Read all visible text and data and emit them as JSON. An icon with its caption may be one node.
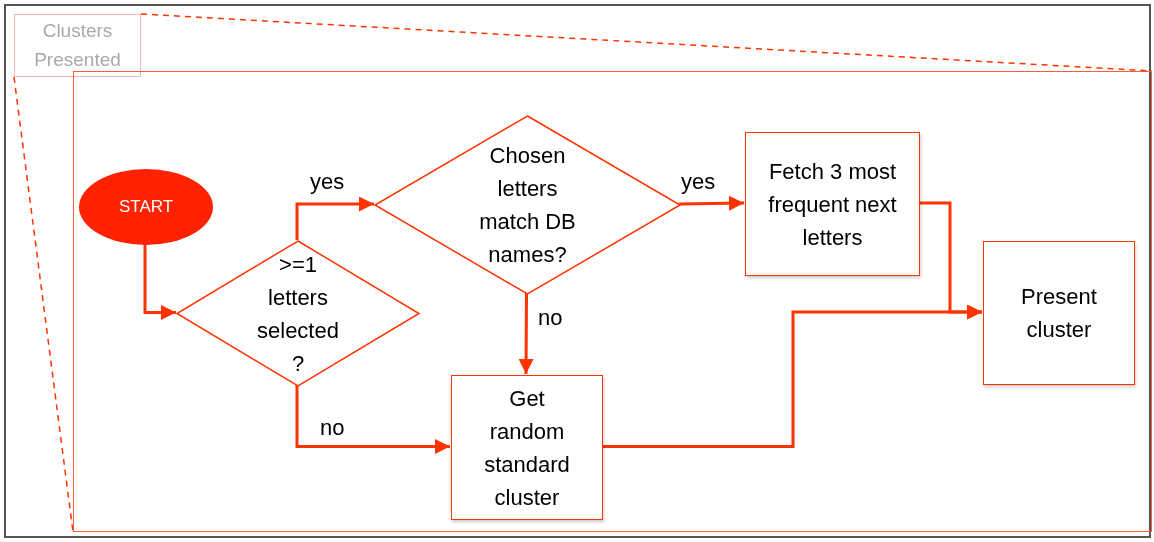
{
  "diagram": {
    "nodes": [
      {
        "text": [
          "Clusters Presented"
        ]
      },
      {
        "text": [],
        "shape": "box"
      },
      {
        "text": [
          "START"
        ],
        "in": 1
      },
      {
        "text": [
          ">=1 letters selected ?"
        ],
        "in": 1
      },
      {
        "text": [
          "Chosen letters match DB names?"
        ],
        "in": 1
      },
      {
        "text": [
          "Fetch 3 most frequent next letters"
        ],
        "in": 1
      },
      {
        "text": [
          "Present cluster"
        ],
        "in": 1
      },
      {
        "text": [
          "Get random standard cluster"
        ],
        "in": 1
      }
    ],
    "edges": [
      {
        "from": 0,
        "to": 1,
        "arrow": "none",
        "style": "dashed"
      },
      {
        "from": 0,
        "to": 1,
        "arrow": "none",
        "style": "dashed"
      },
      {
        "from": 2,
        "to": 3,
        "arrow": "to"
      },
      {
        "from": 3,
        "to": 4,
        "arrow": "to",
        "label": "yes"
      },
      {
        "from": 3,
        "to": 7,
        "arrow": "to",
        "label": "no"
      },
      {
        "from": 4,
        "to": 5,
        "arrow": "to",
        "label": "yes"
      },
      {
        "from": 4,
        "to": 7,
        "arrow": "to",
        "label": "no"
      },
      {
        "from": 5,
        "to": 6,
        "arrow": "to"
      },
      {
        "from": 7,
        "to": 6,
        "arrow": "to"
      }
    ]
  }
}
